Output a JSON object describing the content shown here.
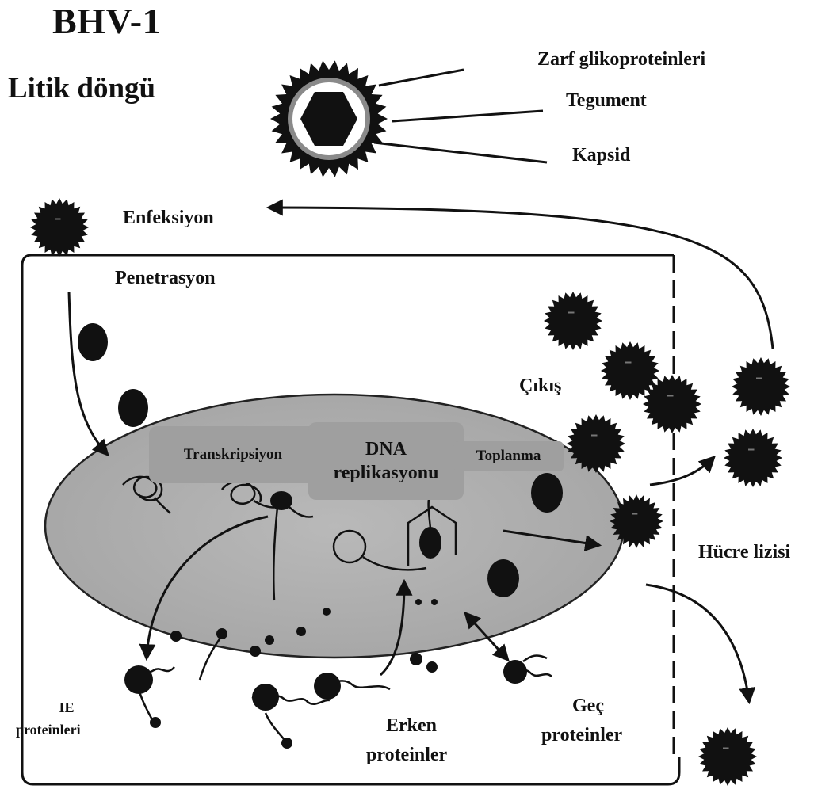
{
  "diagram": {
    "title": "BHV-1",
    "subtitle": "Litik döngü",
    "virion_labels": {
      "envelope": "Zarf glikoproteinleri",
      "tegument": "Tegument",
      "capsid": "Kapsid"
    },
    "steps": {
      "infection": "Enfeksiyon",
      "penetration": "Penetrasyon",
      "exit": "Çıkış",
      "cell_lysis": "Hücre lizisi"
    },
    "nucleus_boxes": {
      "transcription": "Transkripsiyon",
      "dna_replication_line1": "DNA",
      "dna_replication_line2": "replikasyonu",
      "assembly": "Toplanma"
    },
    "proteins": {
      "ie_line1": "IE",
      "ie_line2": "proteinleri",
      "early_line1": "Erken",
      "early_line2": "proteinler",
      "late_line1": "Geç",
      "late_line2": "proteinler"
    }
  }
}
